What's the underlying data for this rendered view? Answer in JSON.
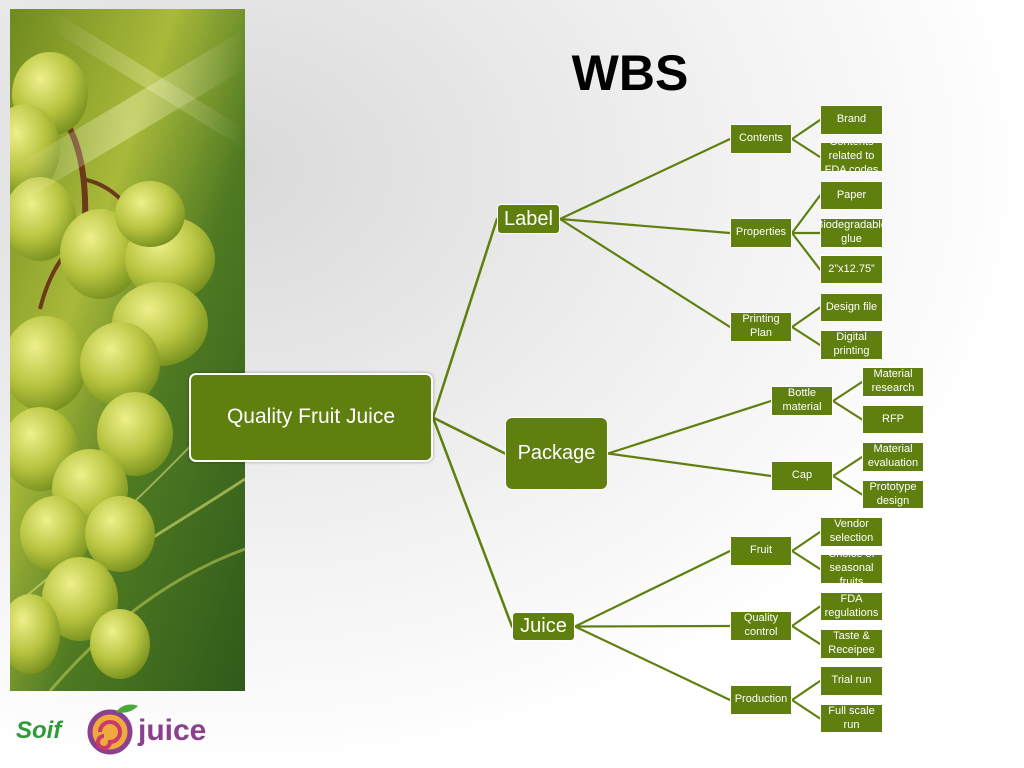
{
  "slide": {
    "title": "WBS",
    "logo": {
      "word_left": "Soif",
      "word_right": "juice"
    }
  },
  "colors": {
    "node": "#5f7f0e",
    "line": "#5f7f0e",
    "logo_green": "#2e9a3a",
    "logo_purple": "#8a3f8f"
  },
  "icons": [
    "grapes-image",
    "fruit-swirl-logo-icon"
  ],
  "wbs": {
    "root": "Quality Fruit Juice",
    "branches": [
      {
        "label": "Label",
        "children": [
          {
            "label": "Contents",
            "children": [
              "Brand",
              "Contents related to FDA codes"
            ]
          },
          {
            "label": "Properties",
            "children": [
              "Paper",
              "Biodegradable glue",
              "2”x12.75”"
            ]
          },
          {
            "label": "Printing Plan",
            "children": [
              "Design file",
              "Digital printing"
            ]
          }
        ]
      },
      {
        "label": "Package",
        "children": [
          {
            "label": "Bottle material",
            "children": [
              "Material research",
              "RFP"
            ]
          },
          {
            "label": "Cap",
            "children": [
              "Material evaluation",
              "Prototype design"
            ]
          }
        ]
      },
      {
        "label": "Juice",
        "children": [
          {
            "label": "Fruit",
            "children": [
              "Vendor selection",
              "Choice of seasonal fruits"
            ]
          },
          {
            "label": "Quality control",
            "children": [
              "FDA regulations",
              "Taste & Receipee"
            ]
          },
          {
            "label": "Production",
            "children": [
              "Trial run",
              "Full scale run"
            ]
          }
        ]
      }
    ]
  }
}
